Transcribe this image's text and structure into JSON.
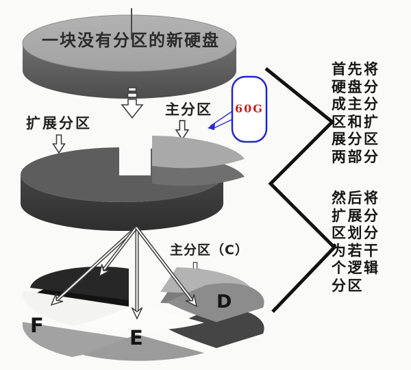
{
  "diagram": {
    "top_disk": {
      "label": "一块没有分区的新硬盘"
    },
    "middle": {
      "extended_label": "扩展分区",
      "primary_label": "主分区",
      "capacity_badge": "60G"
    },
    "bottom": {
      "primary_c_label": "主分区（C）",
      "slices": [
        {
          "label": "F"
        },
        {
          "label": "E"
        },
        {
          "label": "D"
        }
      ]
    },
    "annotations": {
      "step1": "首先将\n硬盘分\n成主分\n区和扩\n展分区\n两部分",
      "step2": "然后将\n扩展分\n区划分\n为若干\n个逻辑\n分区"
    },
    "colors": {
      "background": "#fafaf8",
      "top_disk_face": "#a9a9a9",
      "top_disk_side": "#5f5f5f",
      "middle_disk_face": "#5d5d5d",
      "middle_disk_side": "#383838",
      "wedge_face": "#a9a9a9",
      "wedge_side": "#6f6f6f",
      "slice_dark_face": "#272727",
      "slice_c_face": "#b3b3b3",
      "slice_d_face": "#8c8c8c",
      "slice_f_face": "#f3f3f1",
      "slice_e_face": "#fcfcfb",
      "bracket": "#111111",
      "badge_border": "#2323cf",
      "badge_text": "#c32222"
    }
  }
}
